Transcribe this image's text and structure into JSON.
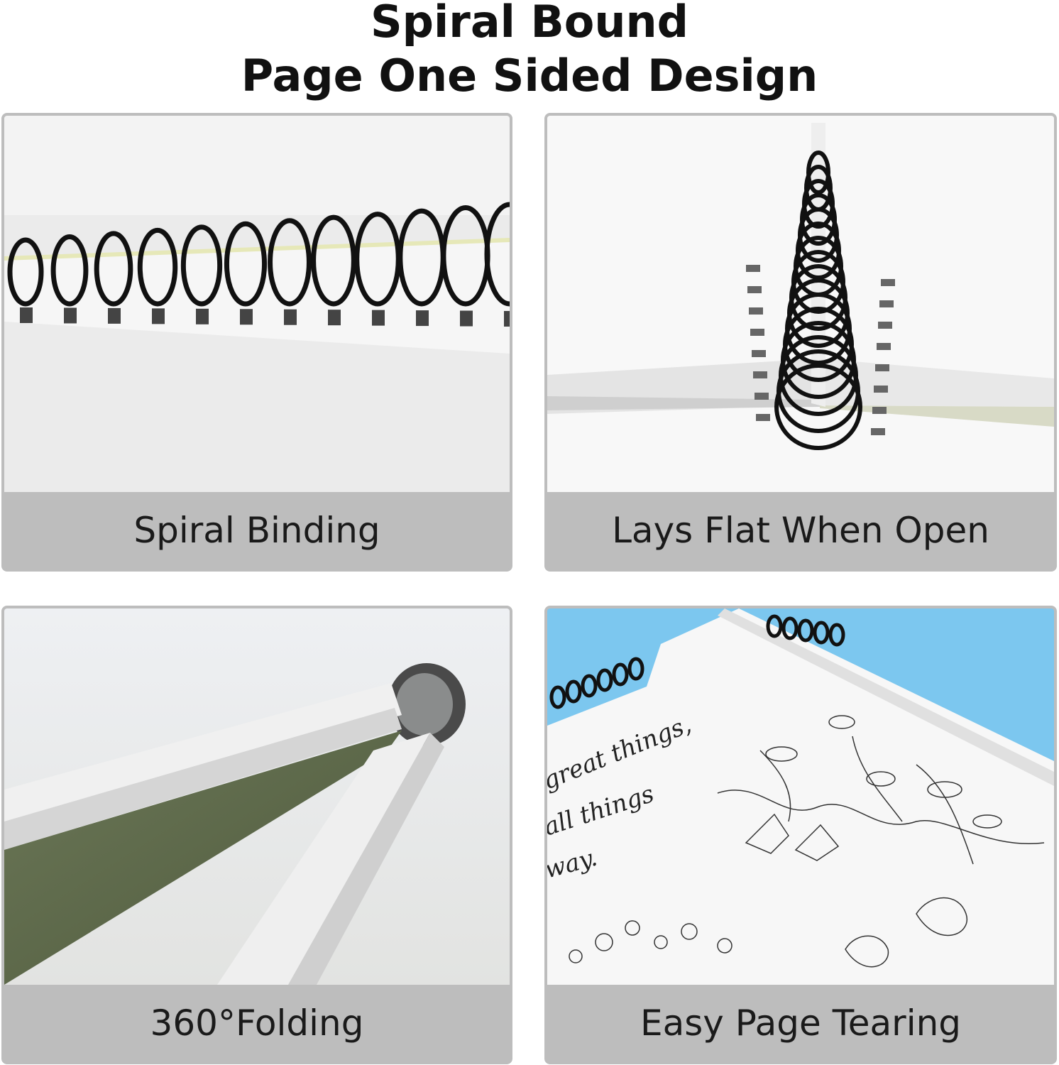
{
  "header": {
    "title_line1": "Spiral Bound",
    "title_line2": "Page One Sided Design"
  },
  "features": [
    {
      "caption": "Spiral Binding"
    },
    {
      "caption": "Lays Flat When Open"
    },
    {
      "caption": "360°Folding"
    },
    {
      "caption": "Easy Page Tearing"
    }
  ],
  "page_text": [
    "great things,",
    "all things",
    "way."
  ],
  "colors": {
    "caption_bg": "#bdbdbd",
    "sky": "#7cc7ef",
    "cover_green": "#5f6b4c"
  }
}
